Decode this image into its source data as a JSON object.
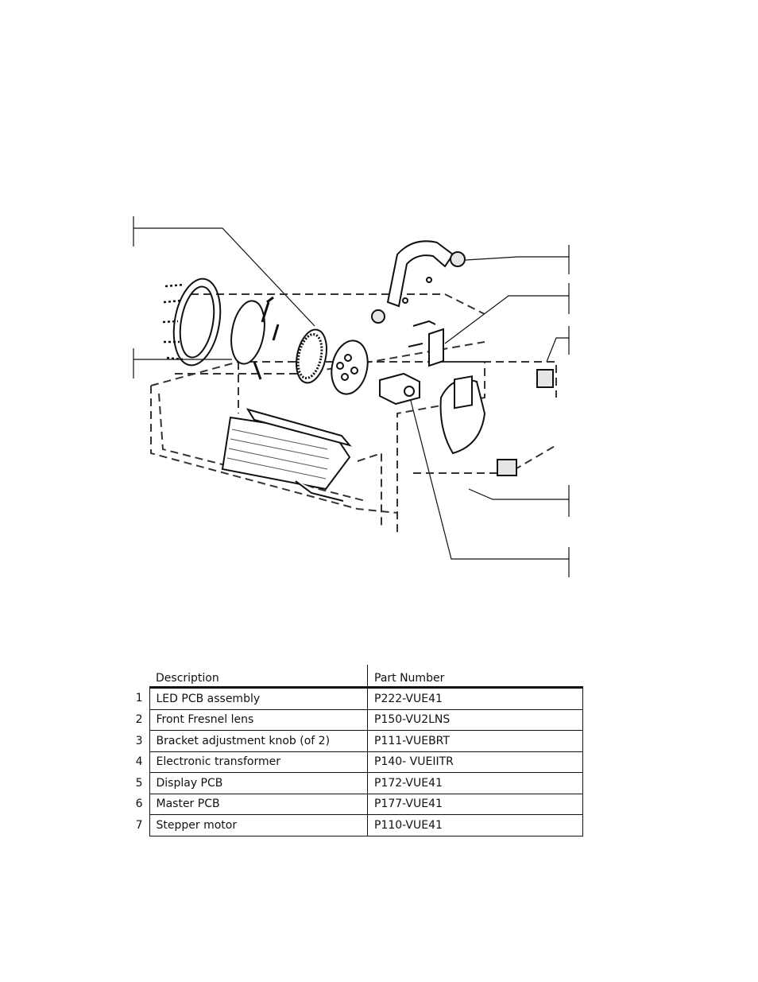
{
  "table": {
    "headers": {
      "number": "",
      "description": "Description",
      "part_number": "Part Number"
    },
    "rows": [
      {
        "n": "1",
        "description": "LED PCB assembly",
        "part_number": "P222-VUE41"
      },
      {
        "n": "2",
        "description": "Front Fresnel lens",
        "part_number": "P150-VU2LNS"
      },
      {
        "n": "3",
        "description": "Bracket adjustment knob (of 2)",
        "part_number": "P111-VUEBRT"
      },
      {
        "n": "4",
        "description": "Electronic transformer",
        "part_number": "P140- VUEIITR"
      },
      {
        "n": "5",
        "description": "Display PCB",
        "part_number": "P172-VUE41"
      },
      {
        "n": "6",
        "description": "Master PCB",
        "part_number": "P177-VUE41"
      },
      {
        "n": "7",
        "description": "Stepper motor",
        "part_number": "P110-VUE41"
      }
    ]
  },
  "colors": {
    "line": "#111111",
    "dash": "#333333",
    "fill": "#e6e6e6"
  }
}
